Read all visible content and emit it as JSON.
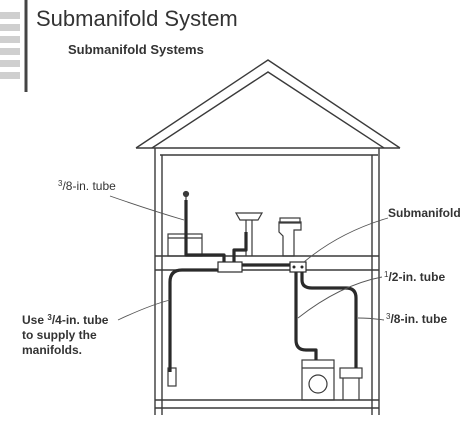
{
  "header": {
    "title": "Submanifold System"
  },
  "diagram": {
    "title": "Submanifold Systems",
    "labels": {
      "tube_three_eighths_top": {
        "numerator": "3",
        "text": "/8-in. tube"
      },
      "submanifold": "Submanifold",
      "tube_half": {
        "numerator": "1",
        "text": "/2-in. tube"
      },
      "use_line1": {
        "prefix": "Use ",
        "numerator": "3",
        "text": "/4-in. tube"
      },
      "use_line2": "to supply the",
      "use_line3": "manifolds.",
      "tube_three_eighths_bottom": {
        "numerator": "3",
        "text": "/8-in. tube"
      }
    }
  },
  "colors": {
    "line": "#3a3a3a",
    "tube": "#2a2a2a",
    "tab_bar": "#cfcfcf",
    "rule": "#444444"
  }
}
